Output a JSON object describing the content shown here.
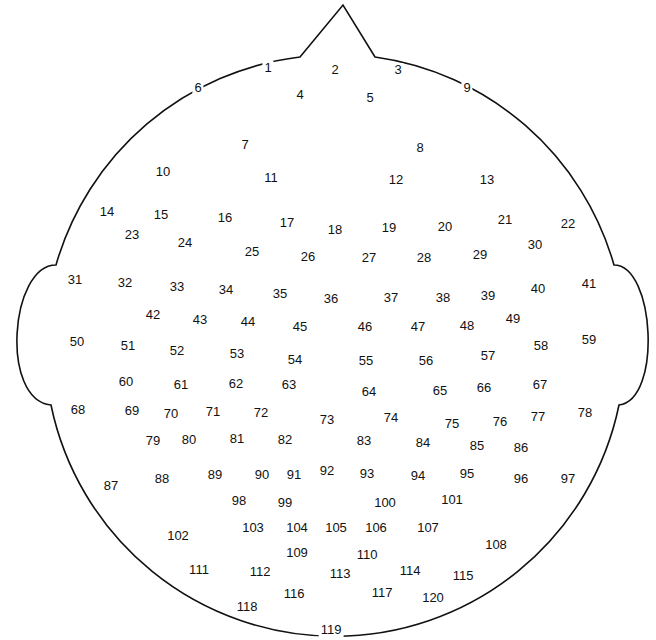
{
  "diagram": {
    "labels": [
      "1",
      "2",
      "3",
      "4",
      "5",
      "6",
      "7",
      "8",
      "9",
      "10",
      "11",
      "12",
      "13",
      "14",
      "15",
      "16",
      "17",
      "18",
      "19",
      "20",
      "21",
      "22",
      "23",
      "24",
      "25",
      "26",
      "27",
      "28",
      "29",
      "30",
      "31",
      "32",
      "33",
      "34",
      "35",
      "36",
      "37",
      "38",
      "39",
      "40",
      "41",
      "42",
      "43",
      "44",
      "45",
      "46",
      "47",
      "48",
      "49",
      "50",
      "51",
      "52",
      "53",
      "54",
      "55",
      "56",
      "57",
      "58",
      "59",
      "60",
      "61",
      "62",
      "63",
      "64",
      "65",
      "66",
      "67",
      "68",
      "69",
      "70",
      "71",
      "72",
      "73",
      "74",
      "75",
      "76",
      "77",
      "78",
      "79",
      "80",
      "81",
      "82",
      "83",
      "84",
      "85",
      "86",
      "87",
      "88",
      "89",
      "90",
      "91",
      "92",
      "93",
      "94",
      "95",
      "96",
      "97",
      "98",
      "99",
      "100",
      "101",
      "102",
      "103",
      "104",
      "105",
      "106",
      "107",
      "108",
      "109",
      "110",
      "111",
      "112",
      "113",
      "114",
      "115",
      "116",
      "117",
      "118",
      "119",
      "120"
    ]
  }
}
